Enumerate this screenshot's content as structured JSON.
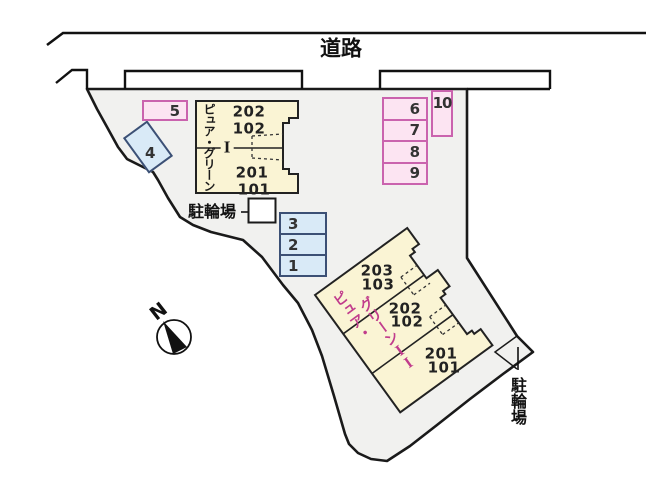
{
  "road": {
    "label": "道路"
  },
  "compass": {
    "north_label": "N"
  },
  "building1": {
    "name": "ピュア・グリーン",
    "numeral": "I",
    "rooms": [
      "202",
      "102",
      "201",
      "101"
    ]
  },
  "building2": {
    "name_col1": "ピュア・",
    "name_col2": "グリーン",
    "numeral": "II",
    "rooms": [
      "203",
      "103",
      "202",
      "102",
      "201",
      "101"
    ]
  },
  "parking": {
    "spaces": [
      "1",
      "2",
      "3",
      "4",
      "5",
      "6",
      "7",
      "8",
      "9",
      "10"
    ]
  },
  "bicycle_parking": {
    "label_left": "駐輪場",
    "label_right": "駐輪場"
  },
  "colors": {
    "site_fill": "#F1F1EF",
    "building_fill": "#FAF4D4",
    "pink_fill": "#FCE4F2",
    "pink_border": "#CA63AE",
    "blue_fill": "#D9EAF7",
    "blue_border": "#3C5075",
    "magenta_text": "#C13C8C",
    "line": "#1A1A1A"
  }
}
